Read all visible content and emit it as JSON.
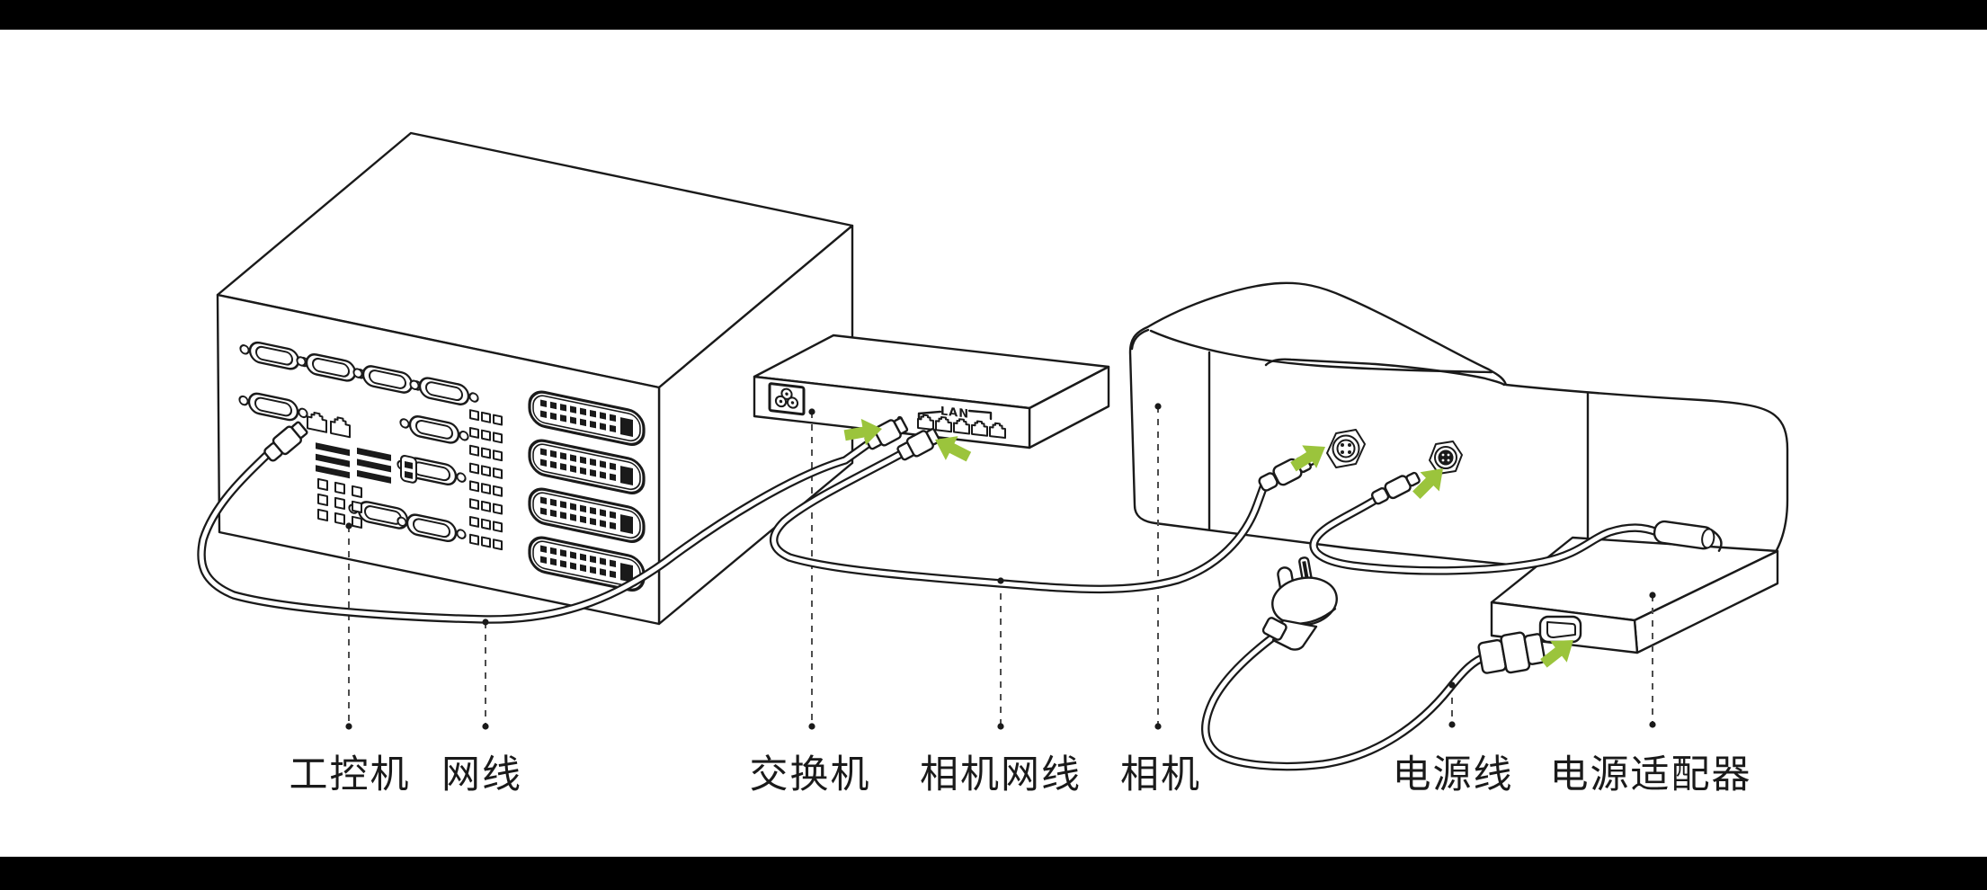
{
  "page": {
    "background": "#000000",
    "stage_background": "#ffffff",
    "description": "Hardware connection diagram: industrial PC connected to a network switch, switch connected to a camera, camera powered through a power adapter and power cord"
  },
  "palette": {
    "line_color": "#1a1a1a",
    "arrow_green": "#9BC43C",
    "leader_gray": "#4d4d4d"
  },
  "diagram": {
    "type": "hardware-connection-diagram",
    "switch_panel": {
      "lan_label": "LAN"
    },
    "labels": [
      {
        "id": "industrial-pc",
        "text": "工控机"
      },
      {
        "id": "network-cable",
        "text": "网线"
      },
      {
        "id": "switch",
        "text": "交换机"
      },
      {
        "id": "camera-network-cable",
        "text": "相机网线"
      },
      {
        "id": "camera",
        "text": "相机"
      },
      {
        "id": "power-cord",
        "text": "电源线"
      },
      {
        "id": "power-adapter",
        "text": "电源适配器"
      }
    ]
  }
}
